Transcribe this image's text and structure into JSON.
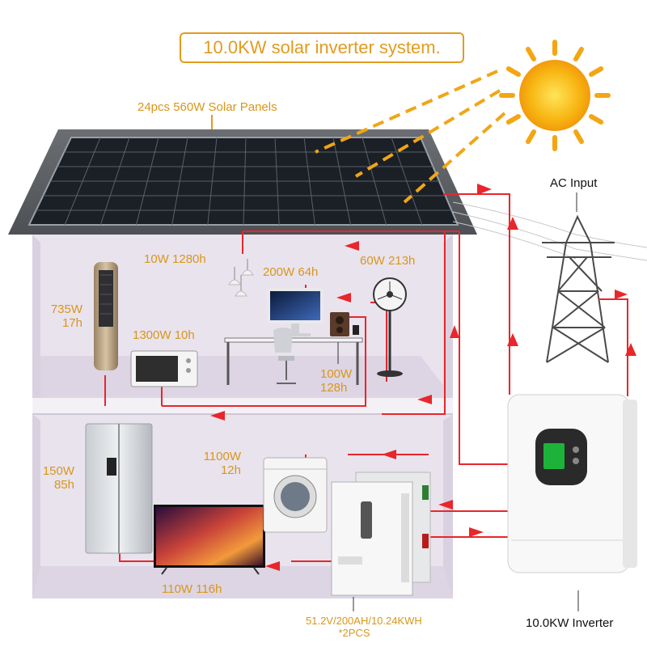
{
  "title": "10.0KW solar inverter system.",
  "labels": {
    "solar_panels": "24pcs 560W Solar Panels",
    "ac_input": "AC Input",
    "inverter": "10.0KW Inverter",
    "battery_line1": "51.2V/200AH/10.24KWH",
    "battery_line2": "*2PCS",
    "lamp": "10W 1280h",
    "computer": "200W 64h",
    "fan": "60W 213h",
    "tower_fan_line1": "735W",
    "tower_fan_line2": "17h",
    "microwave": "1300W 10h",
    "speaker_line1": "100W",
    "speaker_line2": "128h",
    "washer_line1": "1100W",
    "washer_line2": "12h",
    "fridge_line1": "150W",
    "fridge_line2": "85h",
    "tv": "110W 116h"
  },
  "colors": {
    "accent": "#e39b1e",
    "label_text": "#d9961b",
    "wire": "#e8262b",
    "house_wall": "#eae4ee",
    "panel": "#1d2128",
    "sun": "#f7b511"
  },
  "icons": [
    "sun-icon",
    "solar-panel-icon",
    "pylon-icon",
    "inverter-icon",
    "battery-icon",
    "lamp-icon",
    "computer-icon",
    "fan-icon",
    "tower-fan-icon",
    "microwave-icon",
    "speaker-icon",
    "washer-icon",
    "fridge-icon",
    "tv-icon"
  ]
}
